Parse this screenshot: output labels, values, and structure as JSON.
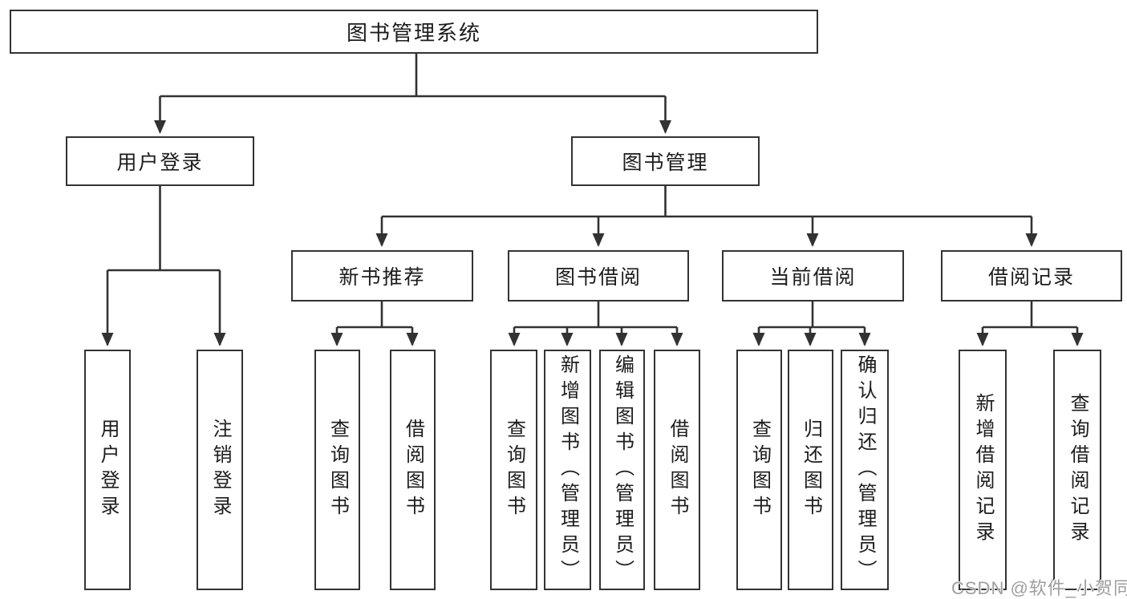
{
  "diagram_title": "图书管理系统",
  "nodes": {
    "root": {
      "label": "图书管理系统"
    },
    "user_login": {
      "label": "用户登录"
    },
    "book_management": {
      "label": "图书管理"
    },
    "login": {
      "label": "用户登录"
    },
    "logout": {
      "label": "注销登录"
    },
    "recommend": {
      "label": "新书推荐"
    },
    "borrowing": {
      "label": "图书借阅"
    },
    "current": {
      "label": "当前借阅"
    },
    "records": {
      "label": "借阅记录"
    },
    "recommend_query": {
      "label": "查询图书"
    },
    "recommend_borrow": {
      "label": "借阅图书"
    },
    "borrowing_query": {
      "label": "查询图书"
    },
    "borrowing_add": {
      "label": "新增图书（管理员）"
    },
    "borrowing_edit": {
      "label": "编辑图书（管理员）"
    },
    "borrowing_borrow": {
      "label": "借阅图书"
    },
    "current_query": {
      "label": "查询图书"
    },
    "current_return": {
      "label": "归还图书"
    },
    "current_confirm": {
      "label": "确认归还（管理员）"
    },
    "records_add": {
      "label": "新增借阅记录"
    },
    "records_query": {
      "label": "查询借阅记录"
    }
  },
  "watermark": {
    "text": "CSDN @软件_小贺同学"
  },
  "colors": {
    "line": "#323232",
    "box_border": "#333333",
    "text": "#1c1c1c",
    "watermark_text": "#9e9e9e",
    "background": "#ffffff"
  }
}
